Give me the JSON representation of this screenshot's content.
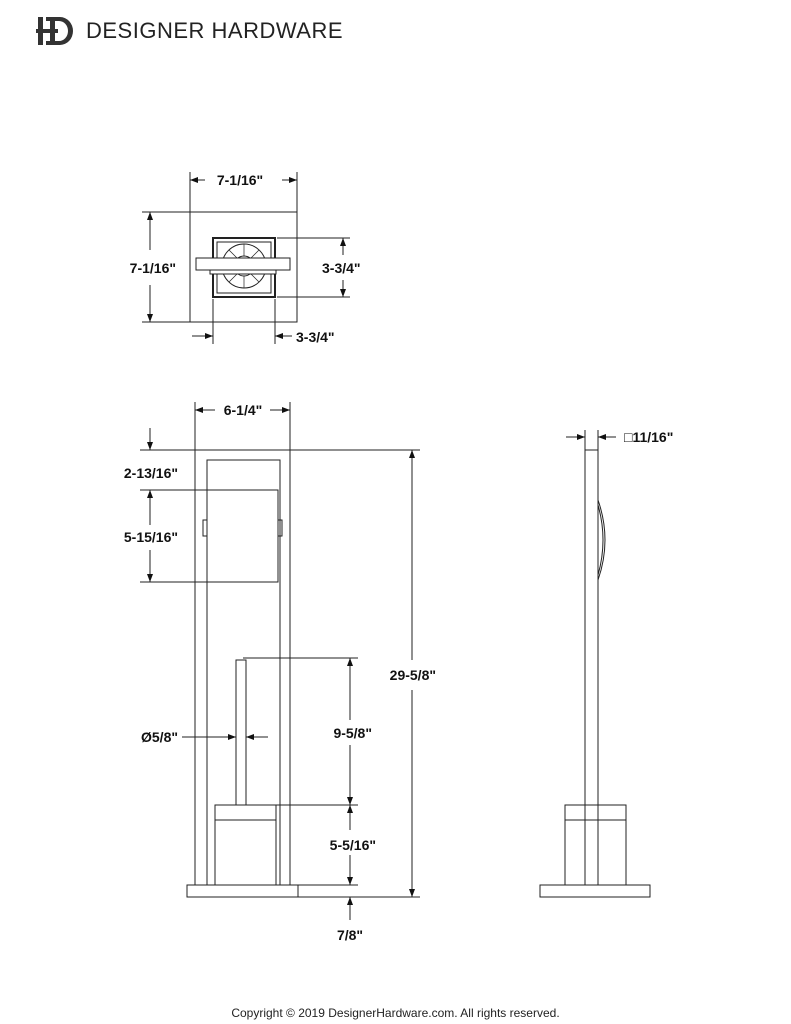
{
  "brand": {
    "name": "DESIGNER HARDWARE",
    "logo_letters": "DH"
  },
  "top_view": {
    "width": "7-1/16\"",
    "height": "7-1/16\"",
    "inner_height": "3-3/4\"",
    "inner_width": "3-3/4\""
  },
  "front_view": {
    "width": "6-1/4\"",
    "top_offset": "2-13/16\"",
    "holder_height": "5-15/16\"",
    "total_height": "29-5/8\"",
    "handle_diameter": "Ø5/8\"",
    "brush_height": "9-5/8\"",
    "cup_height": "5-5/16\"",
    "base_height": "7/8\""
  },
  "side_view": {
    "post_size": "□11/16\""
  },
  "footer": {
    "copyright": "Copyright © 2019 DesignerHardware.com. All rights reserved."
  }
}
